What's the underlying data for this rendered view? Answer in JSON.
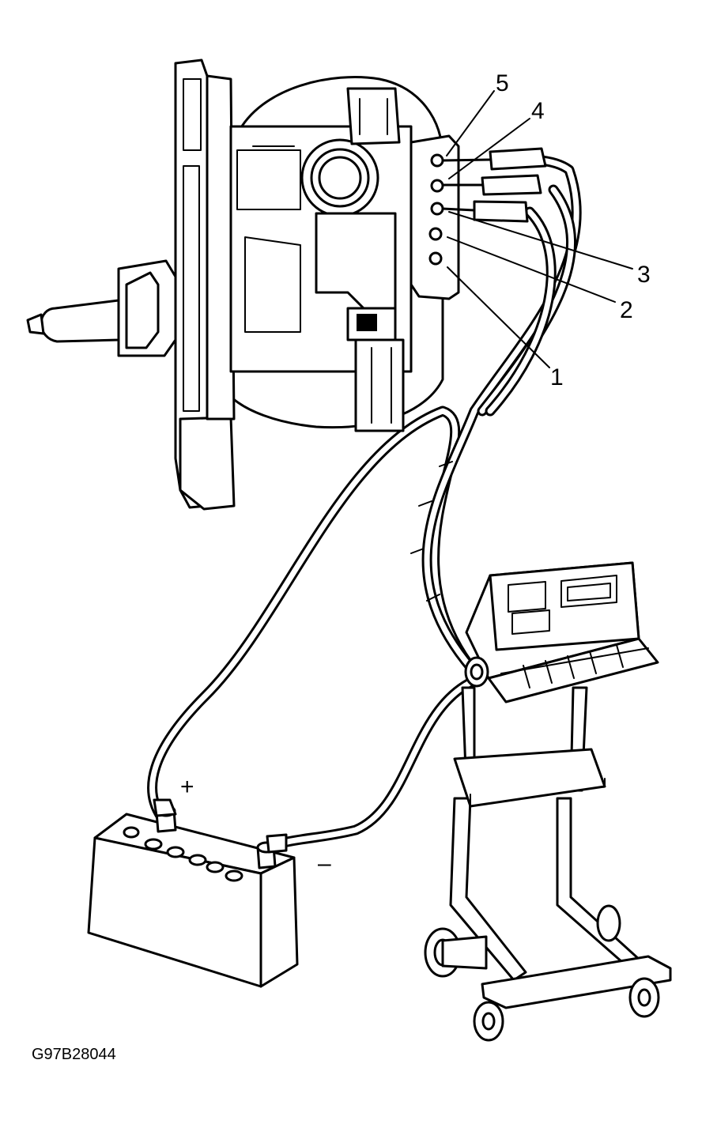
{
  "pin_labels": [
    {
      "pin": "1",
      "text": "1"
    },
    {
      "pin": "2",
      "text": "2"
    },
    {
      "pin": "3",
      "text": "3"
    },
    {
      "pin": "4",
      "text": "4"
    },
    {
      "pin": "5",
      "text": "5"
    }
  ],
  "battery": {
    "positive": "+",
    "negative": "–"
  },
  "figure_code": "G97B28044",
  "icons": [
    "generator-icon",
    "battery-icon",
    "tester-cart-icon",
    "connector-plug-icon"
  ],
  "colors": {
    "ink": "#000000",
    "paper": "#ffffff"
  }
}
